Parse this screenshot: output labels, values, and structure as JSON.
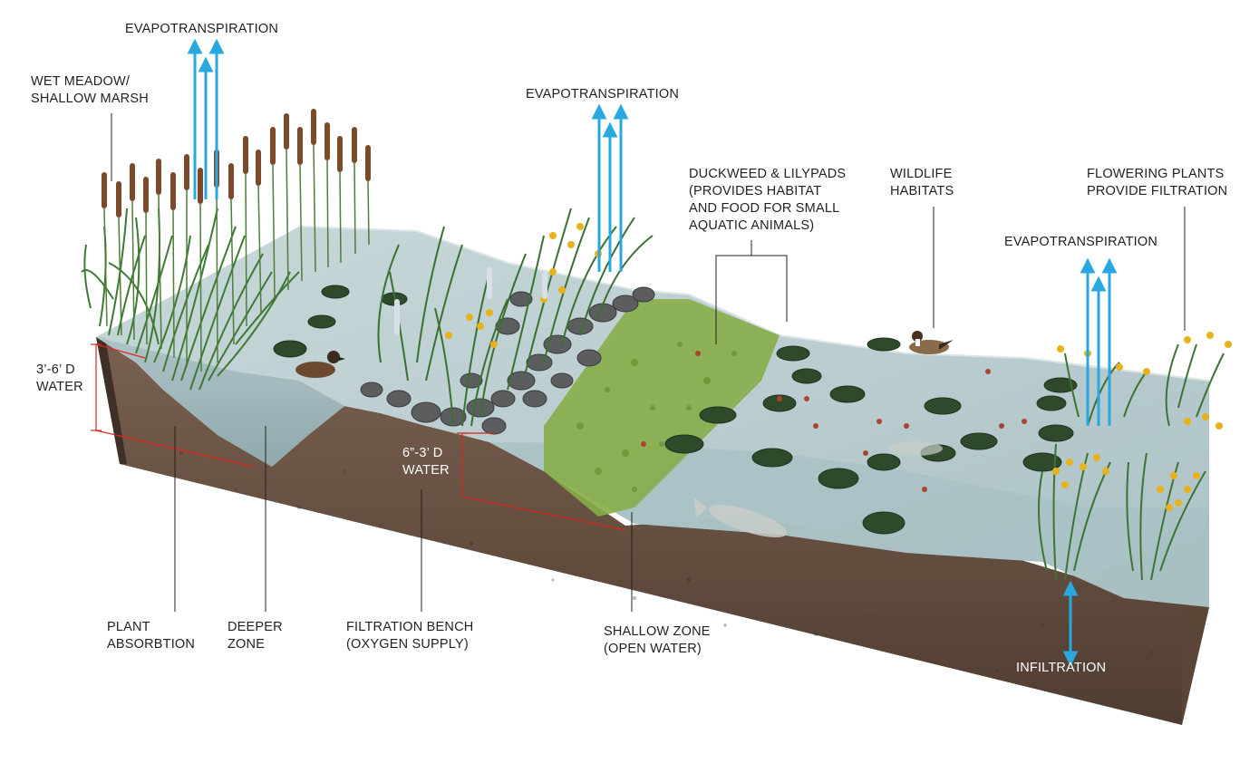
{
  "diagram": {
    "labels": {
      "evapo_left": "EVAPOTRANSPIRATION",
      "evapo_mid": "EVAPOTRANSPIRATION",
      "evapo_right": "EVAPOTRANSPIRATION",
      "wet_meadow": [
        "WET MEADOW/",
        "SHALLOW MARSH"
      ],
      "duckweed": [
        "DUCKWEED & LILYPADS",
        "(PROVIDES HABITAT",
        "AND FOOD FOR SMALL",
        "AQUATIC ANIMALS)"
      ],
      "wildlife": [
        "WILDLIFE",
        "HABITATS"
      ],
      "flowering": [
        "FLOWERING PLANTS",
        "PROVIDE FILTRATION"
      ],
      "deep_water": [
        "3’-6’ D",
        "WATER"
      ],
      "shallow_water": [
        "6”-3’ D",
        "WATER"
      ],
      "plant_absorbtion": [
        "PLANT",
        "ABSORBTION"
      ],
      "deeper_zone": [
        "DEEPER",
        "ZONE"
      ],
      "filtration_bench": [
        "FILTRATION BENCH",
        "(OXYGEN SUPPLY)"
      ],
      "shallow_zone": [
        "SHALLOW ZONE",
        "(OPEN WATER)"
      ],
      "infiltration": "INFILTRATION"
    },
    "colors": {
      "arrow": "#29a8e0",
      "soil": "#6b5444",
      "soil_dark": "#4a3a2e",
      "water": "#b9cdd0",
      "water_dark": "#9fb8bc",
      "grass": "#3f7a35",
      "cattail": "#7a4a2a",
      "rock": "#5c5d5f",
      "duckweed": "#7fa83e",
      "lilypad": "#2f4a2a",
      "flower": "#e8b21a",
      "red_line": "#d9251c",
      "leader": "#231f20"
    }
  }
}
